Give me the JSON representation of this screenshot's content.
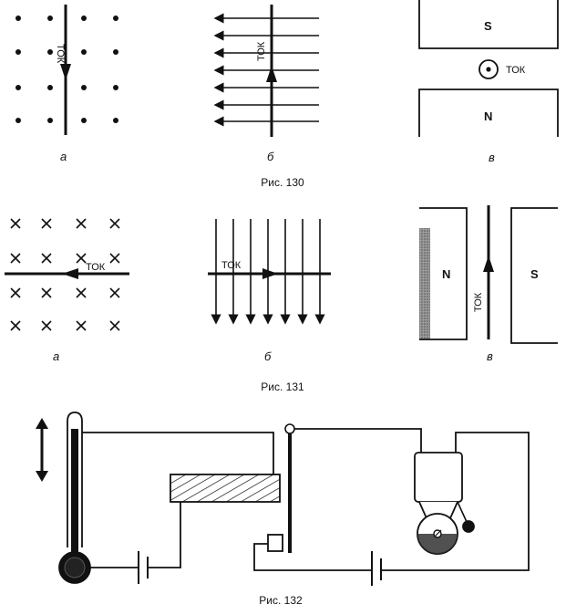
{
  "current_label": "ТОК",
  "pole_s": "S",
  "pole_n": "N",
  "panel_a": "а",
  "panel_b": "б",
  "panel_v": "в",
  "fig130": "Рис. 130",
  "fig131": "Рис. 131",
  "fig132": "Рис. 132",
  "colors": {
    "ink": "#111111",
    "paper": "#ffffff"
  }
}
